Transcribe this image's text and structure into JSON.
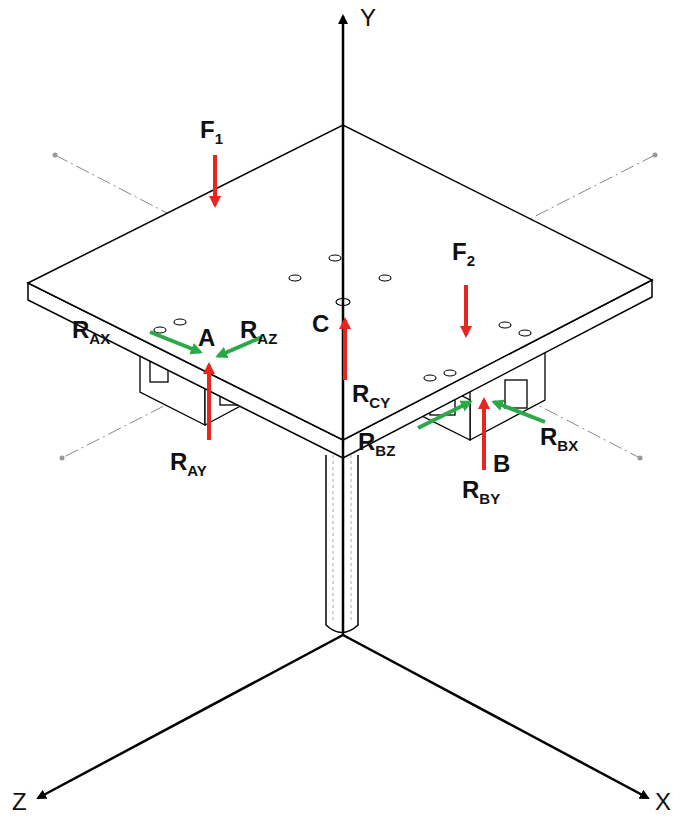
{
  "diagram": {
    "labels": [
      "Y",
      "F1",
      "F2",
      "RAX",
      "RAZ",
      "A",
      "C",
      "RCY",
      "RAY",
      "RBZ",
      "RBX",
      "B",
      "RBY",
      "Z",
      "X"
    ]
  }
}
